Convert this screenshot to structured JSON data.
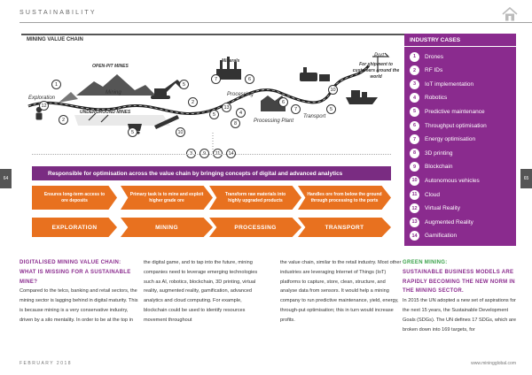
{
  "header": {
    "section": "SUSTAINABILITY"
  },
  "page_numbers": {
    "left": "64",
    "right": "65"
  },
  "diagram": {
    "title": "MINING VALUE CHAIN",
    "labels": {
      "open_pit": "OPEN-PIT MINES",
      "exploration": "Exploration",
      "mining": "Mining",
      "underground": "UNDERGROUND MINES",
      "minerals": "Minerals",
      "processing": "Processing",
      "processing_plant": "Processing Plant",
      "transport": "Transport",
      "port": "Port",
      "shipment": "For shipment to customers around the world"
    },
    "bottom_numbers": [
      "3",
      "9",
      "11",
      "14"
    ],
    "banner": "Responsible for optimisation across the value chain by bringing concepts of digital and advanced analytics",
    "descriptions": [
      "Ensures long-term access to ore deposits",
      "Primary task is to mine and exploit higher grade ore",
      "Transform raw materials into highly upgraded products",
      "Handles ore from below the ground through processing to the ports"
    ],
    "phases": [
      "EXPLORATION",
      "MINING",
      "PROCESSING",
      "TRANSPORT"
    ]
  },
  "cases": {
    "title": "INDUSTRY CASES",
    "items": [
      {
        "n": "1",
        "label": "Drones"
      },
      {
        "n": "2",
        "label": "RF IDs"
      },
      {
        "n": "3",
        "label": "IoT implementation"
      },
      {
        "n": "4",
        "label": "Robotics"
      },
      {
        "n": "5",
        "label": "Predictive maintenance"
      },
      {
        "n": "6",
        "label": "Throughput optimisation"
      },
      {
        "n": "7",
        "label": "Energy optimisation"
      },
      {
        "n": "8",
        "label": "3D printing"
      },
      {
        "n": "9",
        "label": "Blockchain"
      },
      {
        "n": "10",
        "label": "Autonomous vehicles"
      },
      {
        "n": "11",
        "label": "Cloud"
      },
      {
        "n": "12",
        "label": "Virtual Reality"
      },
      {
        "n": "13",
        "label": "Augmented Reality"
      },
      {
        "n": "14",
        "label": "Gamification"
      }
    ]
  },
  "article": {
    "col1_head": "DIGITALISED MINING VALUE CHAIN:",
    "col1_sub": "WHAT IS MISSING FOR A SUSTAINABLE MINE?",
    "col1_body": "Compared to the telco, banking and retail sectors, the mining sector is lagging behind in digital maturity. This is because mining is a very conservative industry, driven by a silo mentality. In order to be at the top in",
    "col2_body": "the digital game, and to tap into the future, mining companies need to leverage emerging technologies such as AI, robotics, blockchain, 3D printing, virtual reality, augmented reality, gamification, advanced analytics and cloud computing. For example, blockchain could be used to identify resources movement throughout",
    "col3_body": "the value chain, similar to the retail industry. Most other industries are leveraging Internet of Things (IoT) platforms to capture, store, clean, structure, and analyse data from sensors. It would help a mining company to run predictive maintenance, yield, energy, through-put optimisation; this in turn would increase profits.",
    "col4_head": "GREEN MINING:",
    "col4_sub": "SUSTAINABLE BUSINESS MODELS ARE RAPIDLY BECOMING THE NEW NORM IN THE MINING SECTOR.",
    "col4_body": "In 2015 the UN adopted a new set of aspirations for the next 15 years, the Sustainable Development Goals (SDGs). The UN defines 17 SDGs, which are broken down into 169 targets, for"
  },
  "footer": {
    "left": "FEBRUARY 2018",
    "right": "www.miningglobal.com"
  },
  "colors": {
    "purple": "#8a2b8e",
    "orange": "#e8711f",
    "green": "#3aa24a"
  }
}
